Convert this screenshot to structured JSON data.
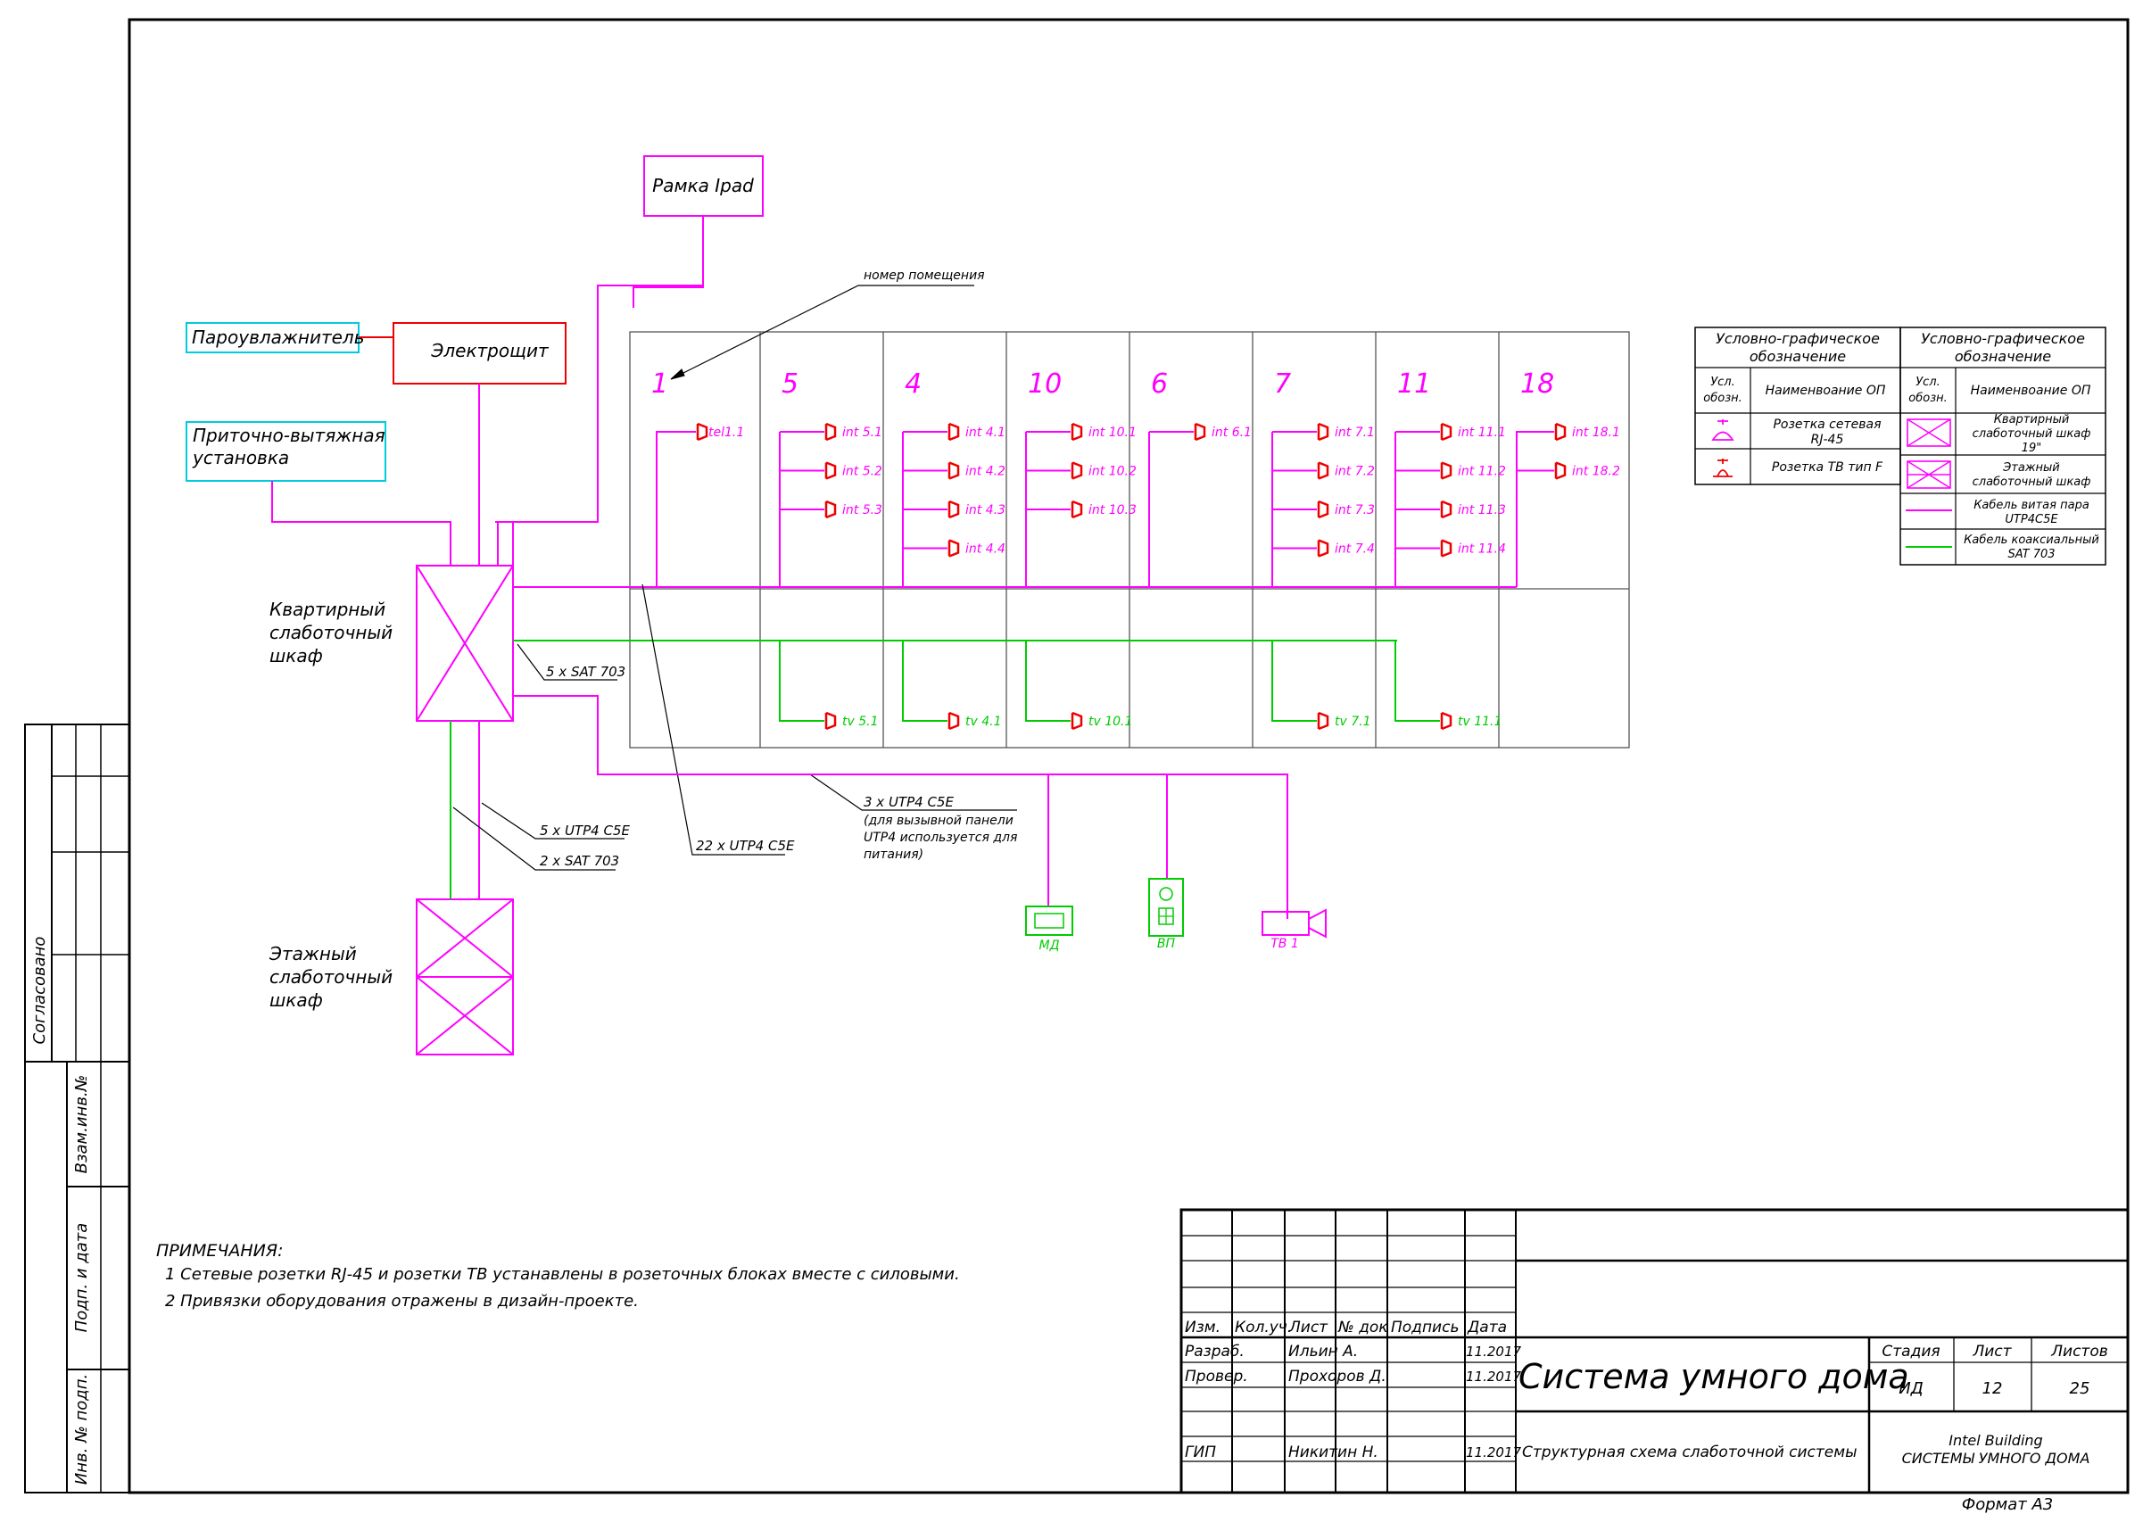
{
  "colors": {
    "magenta": "#ff00ff",
    "green": "#00cc00",
    "red": "#ee0000",
    "cyan": "#00ccdd",
    "black": "#000000"
  },
  "boxes": {
    "ipad": "Рамка Ipad",
    "shield": "Электрощит",
    "humidifier": "Пароувлажнитель",
    "ventilation": [
      "Приточно-вытяжная",
      "установка"
    ]
  },
  "cabinet_apartment": [
    "Квартирный",
    "слаботочный",
    "шкаф"
  ],
  "cabinet_floor": [
    "Этажный",
    "слаботочный",
    "шкаф"
  ],
  "room_number_label": "номер помещения",
  "rooms": [
    "1",
    "5",
    "4",
    "10",
    "6",
    "7",
    "11",
    "18"
  ],
  "outlets_int": [
    [
      "tel1.1"
    ],
    [
      "int 5.1",
      "int 5.2",
      "int 5.3"
    ],
    [
      "int 4.1",
      "int 4.2",
      "int 4.3",
      "int 4.4"
    ],
    [
      "int 10.1",
      "int 10.2",
      "int 10.3"
    ],
    [
      "int 6.1"
    ],
    [
      "int 7.1",
      "int 7.2",
      "int 7.3",
      "int 7.4"
    ],
    [
      "int 11.1",
      "int 11.2",
      "int 11.3",
      "int 11.4"
    ],
    [
      "int 18.1",
      "int 18.2"
    ]
  ],
  "outlets_tv": [
    "",
    "tv 5.1",
    "tv 4.1",
    "tv 10.1",
    "",
    "tv 7.1",
    "tv 11.1",
    ""
  ],
  "cable_labels": {
    "sat_5": "5 x SAT 703",
    "utp_5": "5 x UTP4 C5E",
    "sat_2": "2 x SAT 703",
    "utp_22": "22 x UTP4 C5E",
    "utp_3": "3 x UTP4 C5E",
    "utp_3_note": [
      "(для вызывной панели",
      "UTP4 используется для",
      "питания)"
    ]
  },
  "devices": {
    "md": "МД",
    "vp": "ВП",
    "tv": "ТВ 1"
  },
  "legend": {
    "header": [
      "Условно-графическое",
      "обозначение"
    ],
    "col_symbol": [
      "Усл.",
      "обозн."
    ],
    "col_name": "Наименвоание ОП",
    "left_rows": [
      [
        "Розетка сетевая",
        "RJ-45"
      ],
      [
        "Розетка ТВ тип F"
      ]
    ],
    "right_rows": [
      [
        "Квартирный",
        "слаботочный шкаф",
        "19\""
      ],
      [
        "Этажный",
        "слаботочный шкаф"
      ],
      [
        "Кабель витая пара",
        "UTP4C5E"
      ],
      [
        "Кабель коаксиальный",
        "SAT 703"
      ]
    ]
  },
  "notes": {
    "title": "ПРИМЕЧАНИЯ:",
    "items": [
      "1  Сетевые розетки RJ-45 и розетки ТВ устанавлены в розеточных блоках вместе с силовыми.",
      "2  Привязки оборудования отражены в дизайн-проекте."
    ]
  },
  "side_stamp": {
    "agreed": "Согласовано",
    "vzam": "Взам.инв.№",
    "podp": "Подп. и дата",
    "inv": "Инв. № подп."
  },
  "title_block": {
    "headers": [
      "Изм.",
      "Кол.уч.",
      "Лист",
      "№ док",
      "Подпись",
      "Дата"
    ],
    "rows": [
      {
        "role": "Разраб.",
        "name": "Ильин А.",
        "date": "11.2017"
      },
      {
        "role": "Провер.",
        "name": "Прохоров Д.",
        "date": "11.2017"
      },
      {
        "role": "ГИП",
        "name": "Никитин Н.",
        "date": "11.2017"
      }
    ],
    "project": "Система умного дома",
    "sheet_title": "Структурная схема слаботочной системы",
    "stage_h": "Стадия",
    "sheet_h": "Лист",
    "sheets_h": "Листов",
    "stage": "ИД",
    "sheet": "12",
    "sheets": "25",
    "company": [
      "Intel Building",
      "СИСТЕМЫ УМНОГО ДОМА"
    ]
  },
  "format": "Формат А3"
}
